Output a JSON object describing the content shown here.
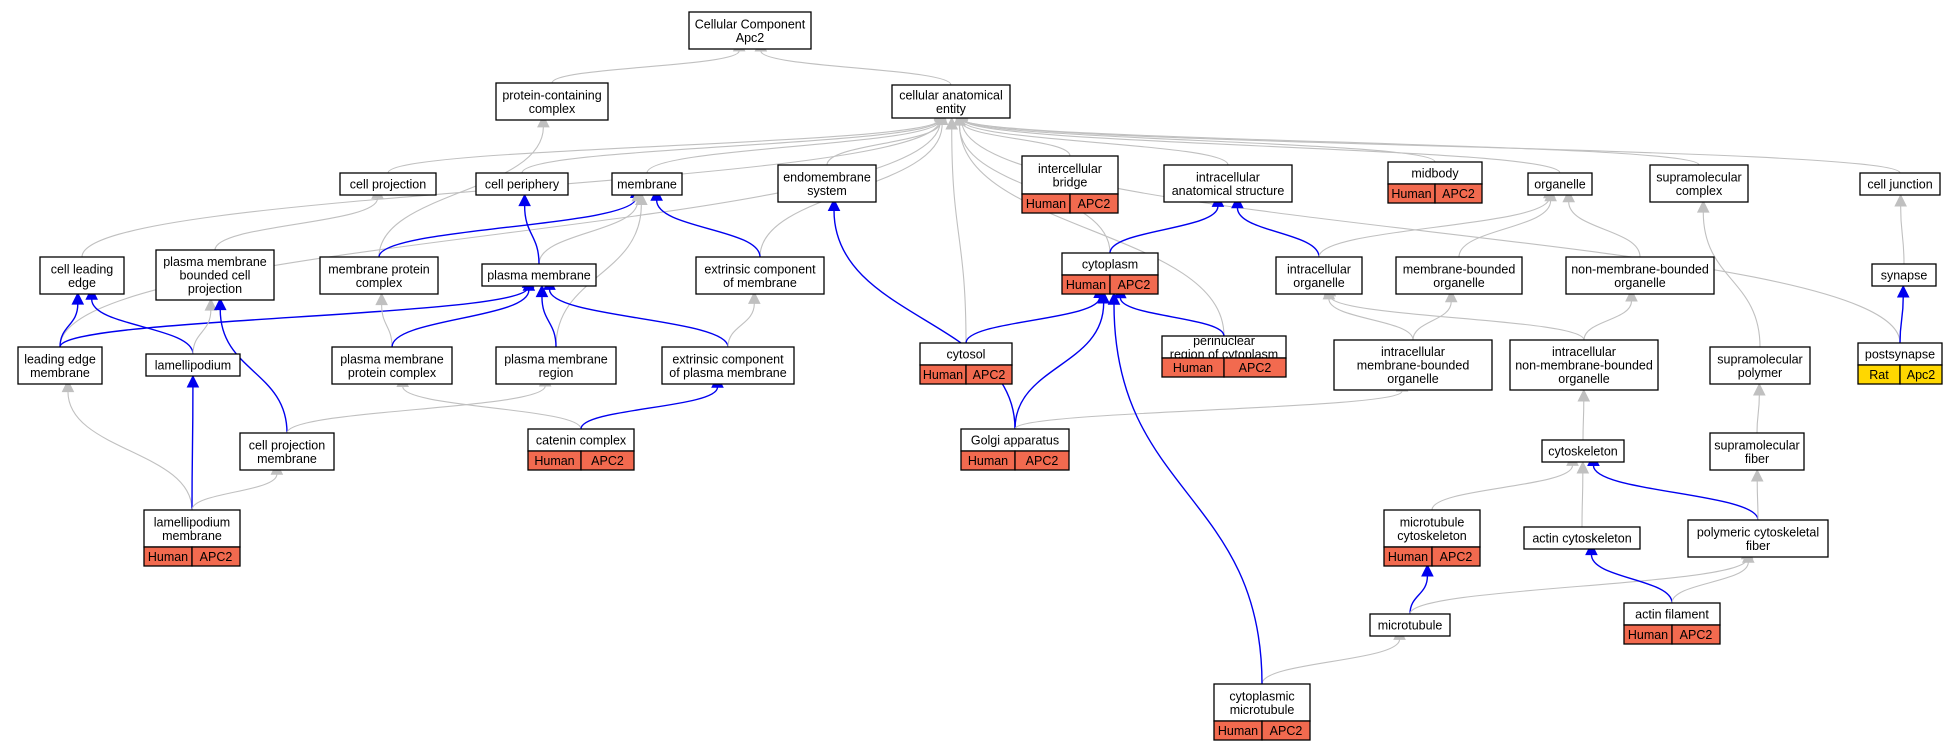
{
  "colors": {
    "is_a_edge": "#c0c0c0",
    "part_of_edge": "#0000ee",
    "node_fill": "#ffffff",
    "node_stroke": "#000000",
    "human_fill": "#f26a4f",
    "rat_fill": "#ffd700"
  },
  "nodes": [
    {
      "id": "cc",
      "lines": [
        "Cellular Component",
        "Apc2"
      ]
    },
    {
      "id": "pcc",
      "lines": [
        "protein-containing",
        "complex"
      ]
    },
    {
      "id": "cae",
      "lines": [
        "cellular anatomical",
        "entity"
      ]
    },
    {
      "id": "cproj",
      "lines": [
        "cell projection"
      ]
    },
    {
      "id": "cper",
      "lines": [
        "cell periphery"
      ]
    },
    {
      "id": "mem",
      "lines": [
        "membrane"
      ]
    },
    {
      "id": "endo",
      "lines": [
        "endomembrane",
        "system"
      ]
    },
    {
      "id": "icb",
      "lines": [
        "intercellular",
        "bridge"
      ],
      "annot": [
        "Human",
        "APC2"
      ],
      "annot_color": "human"
    },
    {
      "id": "ias",
      "lines": [
        "intracellular",
        "anatomical structure"
      ]
    },
    {
      "id": "mid",
      "lines": [
        "midbody"
      ],
      "annot": [
        "Human",
        "APC2"
      ],
      "annot_color": "human"
    },
    {
      "id": "org",
      "lines": [
        "organelle"
      ]
    },
    {
      "id": "smc",
      "lines": [
        "supramolecular",
        "complex"
      ]
    },
    {
      "id": "cj",
      "lines": [
        "cell junction"
      ]
    },
    {
      "id": "cle",
      "lines": [
        "cell leading",
        "edge"
      ]
    },
    {
      "id": "pmbcp",
      "lines": [
        "plasma membrane",
        "bounded cell",
        "projection"
      ]
    },
    {
      "id": "mpc",
      "lines": [
        "membrane protein",
        "complex"
      ]
    },
    {
      "id": "pm",
      "lines": [
        "plasma membrane"
      ]
    },
    {
      "id": "ecm",
      "lines": [
        "extrinsic component",
        "of membrane"
      ]
    },
    {
      "id": "cyto",
      "lines": [
        "cytoplasm"
      ],
      "annot": [
        "Human",
        "APC2"
      ],
      "annot_color": "human"
    },
    {
      "id": "io",
      "lines": [
        "intracellular",
        "organelle"
      ]
    },
    {
      "id": "mbo",
      "lines": [
        "membrane-bounded",
        "organelle"
      ]
    },
    {
      "id": "nmbo",
      "lines": [
        "non-membrane-bounded",
        "organelle"
      ]
    },
    {
      "id": "syn",
      "lines": [
        "synapse"
      ]
    },
    {
      "id": "lem",
      "lines": [
        "leading edge",
        "membrane"
      ]
    },
    {
      "id": "lam",
      "lines": [
        "lamellipodium"
      ]
    },
    {
      "id": "pmpc",
      "lines": [
        "plasma membrane",
        "protein complex"
      ]
    },
    {
      "id": "pmr",
      "lines": [
        "plasma membrane",
        "region"
      ]
    },
    {
      "id": "ecpm",
      "lines": [
        "extrinsic component",
        "of plasma membrane"
      ]
    },
    {
      "id": "cytosol",
      "lines": [
        "cytosol"
      ],
      "annot": [
        "Human",
        "APC2"
      ],
      "annot_color": "human"
    },
    {
      "id": "pnr",
      "lines": [
        "perinuclear",
        "region of cytoplasm"
      ],
      "annot": [
        "Human",
        "APC2"
      ],
      "annot_color": "human"
    },
    {
      "id": "imbo",
      "lines": [
        "intracellular",
        "membrane-bounded",
        "organelle"
      ]
    },
    {
      "id": "inmbo",
      "lines": [
        "intracellular",
        "non-membrane-bounded",
        "organelle"
      ]
    },
    {
      "id": "smp",
      "lines": [
        "supramolecular",
        "polymer"
      ]
    },
    {
      "id": "ps",
      "lines": [
        "postsynapse"
      ],
      "annot": [
        "Rat",
        "Apc2"
      ],
      "annot_color": "rat"
    },
    {
      "id": "cpm",
      "lines": [
        "cell projection",
        "membrane"
      ]
    },
    {
      "id": "cat",
      "lines": [
        "catenin complex"
      ],
      "annot": [
        "Human",
        "APC2"
      ],
      "annot_color": "human"
    },
    {
      "id": "golgi",
      "lines": [
        "Golgi apparatus"
      ],
      "annot": [
        "Human",
        "APC2"
      ],
      "annot_color": "human"
    },
    {
      "id": "csk",
      "lines": [
        "cytoskeleton"
      ]
    },
    {
      "id": "smf",
      "lines": [
        "supramolecular",
        "fiber"
      ]
    },
    {
      "id": "lamm",
      "lines": [
        "lamellipodium",
        "membrane"
      ],
      "annot": [
        "Human",
        "APC2"
      ],
      "annot_color": "human"
    },
    {
      "id": "mtc",
      "lines": [
        "microtubule",
        "cytoskeleton"
      ],
      "annot": [
        "Human",
        "APC2"
      ],
      "annot_color": "human"
    },
    {
      "id": "acsk",
      "lines": [
        "actin cytoskeleton"
      ]
    },
    {
      "id": "pcf",
      "lines": [
        "polymeric cytoskeletal",
        "fiber"
      ]
    },
    {
      "id": "mt",
      "lines": [
        "microtubule"
      ]
    },
    {
      "id": "af",
      "lines": [
        "actin filament"
      ],
      "annot": [
        "Human",
        "APC2"
      ],
      "annot_color": "human"
    },
    {
      "id": "cmt",
      "lines": [
        "cytoplasmic",
        "microtubule"
      ],
      "annot": [
        "Human",
        "APC2"
      ],
      "annot_color": "human"
    }
  ],
  "edges": [
    {
      "from": "pcc",
      "to": "cc",
      "type": "is_a"
    },
    {
      "from": "cae",
      "to": "cc",
      "type": "is_a"
    },
    {
      "from": "cproj",
      "to": "cae",
      "type": "is_a"
    },
    {
      "from": "cper",
      "to": "cae",
      "type": "is_a"
    },
    {
      "from": "mem",
      "to": "cae",
      "type": "is_a"
    },
    {
      "from": "endo",
      "to": "cae",
      "type": "is_a"
    },
    {
      "from": "icb",
      "to": "cae",
      "type": "is_a"
    },
    {
      "from": "ias",
      "to": "cae",
      "type": "is_a"
    },
    {
      "from": "mid",
      "to": "cae",
      "type": "is_a"
    },
    {
      "from": "org",
      "to": "cae",
      "type": "is_a"
    },
    {
      "from": "smc",
      "to": "cae",
      "type": "is_a"
    },
    {
      "from": "cj",
      "to": "cae",
      "type": "is_a"
    },
    {
      "from": "cle",
      "to": "cae",
      "type": "is_a"
    },
    {
      "from": "lem",
      "to": "cae",
      "type": "is_a"
    },
    {
      "from": "mpc",
      "to": "pcc",
      "type": "is_a"
    },
    {
      "from": "ecm",
      "to": "cae",
      "type": "is_a"
    },
    {
      "from": "cyto",
      "to": "cae",
      "type": "is_a"
    },
    {
      "from": "cytosol",
      "to": "cae",
      "type": "is_a"
    },
    {
      "from": "pnr",
      "to": "cae",
      "type": "is_a"
    },
    {
      "from": "ps",
      "to": "cae",
      "type": "is_a"
    },
    {
      "from": "pmbcp",
      "to": "cproj",
      "type": "is_a"
    },
    {
      "from": "mpc",
      "to": "mem",
      "type": "part_of"
    },
    {
      "from": "pm",
      "to": "mem",
      "type": "is_a"
    },
    {
      "from": "pm",
      "to": "cper",
      "type": "part_of"
    },
    {
      "from": "ecm",
      "to": "mem",
      "type": "part_of"
    },
    {
      "from": "pmr",
      "to": "mem",
      "type": "is_a"
    },
    {
      "from": "cyto",
      "to": "ias",
      "type": "part_of"
    },
    {
      "from": "io",
      "to": "ias",
      "type": "part_of"
    },
    {
      "from": "io",
      "to": "org",
      "type": "is_a"
    },
    {
      "from": "mbo",
      "to": "org",
      "type": "is_a"
    },
    {
      "from": "nmbo",
      "to": "org",
      "type": "is_a"
    },
    {
      "from": "syn",
      "to": "cj",
      "type": "is_a"
    },
    {
      "from": "lem",
      "to": "cle",
      "type": "part_of"
    },
    {
      "from": "lem",
      "to": "pm",
      "type": "part_of"
    },
    {
      "from": "lam",
      "to": "cle",
      "type": "part_of"
    },
    {
      "from": "lam",
      "to": "pmbcp",
      "type": "is_a"
    },
    {
      "from": "pmpc",
      "to": "mpc",
      "type": "is_a"
    },
    {
      "from": "pmpc",
      "to": "pm",
      "type": "part_of"
    },
    {
      "from": "pmr",
      "to": "pm",
      "type": "part_of"
    },
    {
      "from": "ecpm",
      "to": "pm",
      "type": "part_of"
    },
    {
      "from": "ecpm",
      "to": "ecm",
      "type": "is_a"
    },
    {
      "from": "cytosol",
      "to": "cyto",
      "type": "part_of"
    },
    {
      "from": "pnr",
      "to": "cyto",
      "type": "part_of"
    },
    {
      "from": "imbo",
      "to": "io",
      "type": "is_a"
    },
    {
      "from": "imbo",
      "to": "mbo",
      "type": "is_a"
    },
    {
      "from": "inmbo",
      "to": "io",
      "type": "is_a"
    },
    {
      "from": "inmbo",
      "to": "nmbo",
      "type": "is_a"
    },
    {
      "from": "smp",
      "to": "smc",
      "type": "is_a"
    },
    {
      "from": "ps",
      "to": "syn",
      "type": "part_of"
    },
    {
      "from": "cpm",
      "to": "pmbcp",
      "type": "part_of"
    },
    {
      "from": "cpm",
      "to": "pmr",
      "type": "is_a"
    },
    {
      "from": "cat",
      "to": "pmpc",
      "type": "is_a"
    },
    {
      "from": "cat",
      "to": "ecpm",
      "type": "part_of"
    },
    {
      "from": "golgi",
      "to": "endo",
      "type": "part_of"
    },
    {
      "from": "golgi",
      "to": "cyto",
      "type": "part_of"
    },
    {
      "from": "golgi",
      "to": "imbo",
      "type": "is_a"
    },
    {
      "from": "csk",
      "to": "inmbo",
      "type": "is_a"
    },
    {
      "from": "smf",
      "to": "smp",
      "type": "is_a"
    },
    {
      "from": "lamm",
      "to": "lem",
      "type": "is_a"
    },
    {
      "from": "lamm",
      "to": "lam",
      "type": "part_of"
    },
    {
      "from": "lamm",
      "to": "cpm",
      "type": "is_a"
    },
    {
      "from": "mtc",
      "to": "csk",
      "type": "is_a"
    },
    {
      "from": "acsk",
      "to": "csk",
      "type": "is_a"
    },
    {
      "from": "pcf",
      "to": "csk",
      "type": "part_of"
    },
    {
      "from": "pcf",
      "to": "smf",
      "type": "is_a"
    },
    {
      "from": "mt",
      "to": "mtc",
      "type": "part_of"
    },
    {
      "from": "mt",
      "to": "pcf",
      "type": "is_a"
    },
    {
      "from": "af",
      "to": "acsk",
      "type": "part_of"
    },
    {
      "from": "af",
      "to": "pcf",
      "type": "is_a"
    },
    {
      "from": "cmt",
      "to": "mt",
      "type": "is_a"
    },
    {
      "from": "cmt",
      "to": "cyto",
      "type": "part_of"
    }
  ]
}
